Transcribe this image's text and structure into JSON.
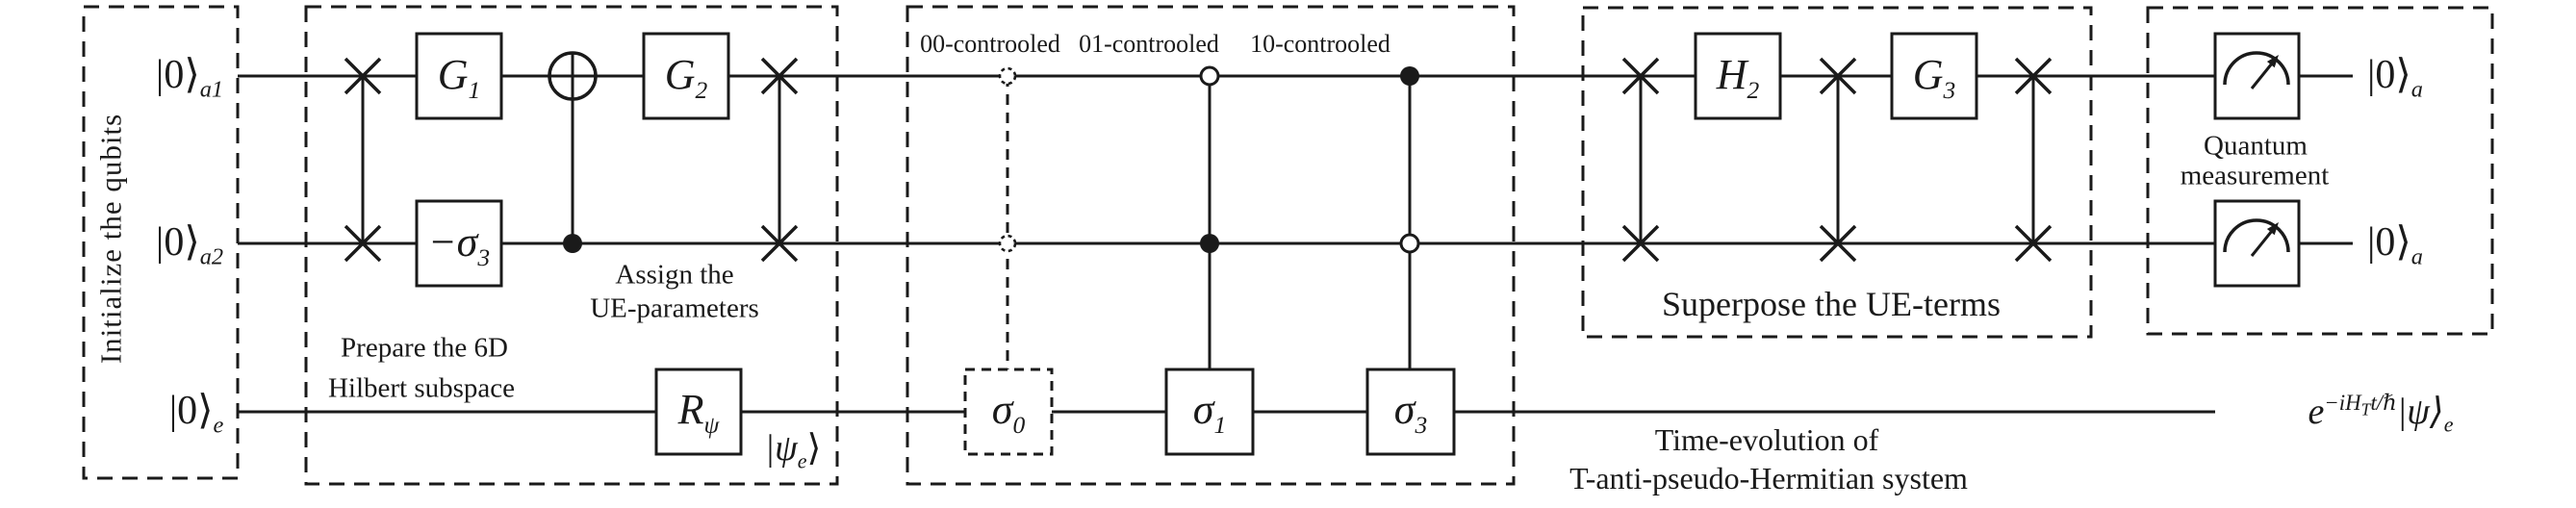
{
  "colors": {
    "ink": "#1a1a1a",
    "background": "#ffffff"
  },
  "regions": {
    "initialize": {
      "label": "Initialize the qubits"
    },
    "prepare": {
      "line1": "Prepare the 6D",
      "line2": "Hilbert subspace"
    },
    "assign": {
      "line1": "Assign the",
      "line2": "UE-parameters"
    },
    "controlled": {
      "c00": "00-controoled",
      "c01": "01-controoled",
      "c10": "10-controoled"
    },
    "superpose": {
      "label": "Superpose the UE-terms"
    },
    "measurement": {
      "line1": "Quantum",
      "line2": "measurement"
    },
    "time_evolution": {
      "line1": "Time-evolution of",
      "line2": "T-anti-pseudo-Hermitian system"
    }
  },
  "kets": {
    "a1_in": {
      "main": "|0⟩",
      "sub": "a1"
    },
    "a2_in": {
      "main": "|0⟩",
      "sub": "a2"
    },
    "e_in": {
      "main": "|0⟩",
      "sub": "e"
    },
    "a1_out": {
      "main": "|0⟩",
      "sub": "a"
    },
    "a2_out": {
      "main": "|0⟩",
      "sub": "a"
    },
    "psi_e": {
      "main": "|ψ",
      "sub": "e",
      "end": "⟩"
    },
    "e_out": {
      "base": "e",
      "sup_head": "−iH",
      "sup_sub": "T",
      "sup_tail": "t/ℏ",
      "ket": "|ψ⟩",
      "sub": "e"
    }
  },
  "gates": {
    "g1": {
      "main": "G",
      "sub": "1"
    },
    "minus_sigma3": {
      "main": "−σ",
      "sub": "3"
    },
    "g2": {
      "main": "G",
      "sub": "2"
    },
    "r_psi": {
      "main": "R",
      "sub": "ψ"
    },
    "sigma0": {
      "main": "σ",
      "sub": "0"
    },
    "sigma1": {
      "main": "σ",
      "sub": "1"
    },
    "sigma3": {
      "main": "σ",
      "sub": "3"
    },
    "h2": {
      "main": "H",
      "sub": "2"
    },
    "g3": {
      "main": "G",
      "sub": "3"
    }
  },
  "icons": {
    "meter_a1": "measurement-meter-icon",
    "meter_a2": "measurement-meter-icon"
  }
}
